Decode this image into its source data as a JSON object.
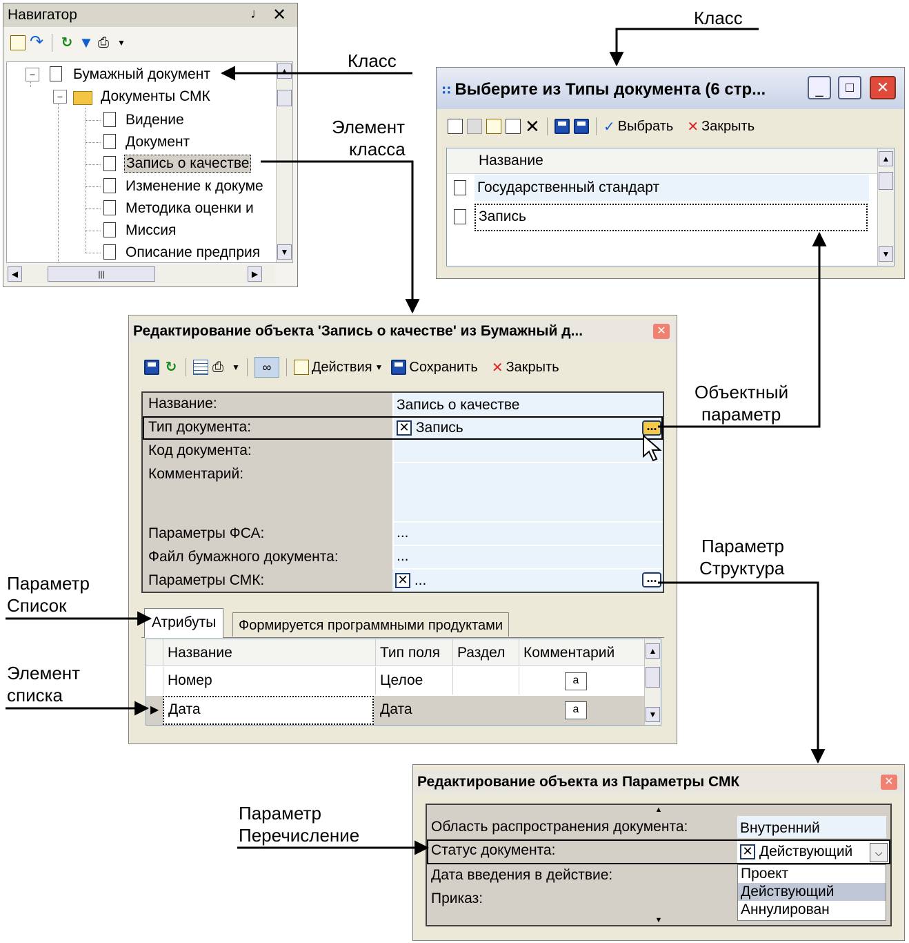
{
  "navigator": {
    "title": "Навигатор",
    "tree_root": "Бумажный документ",
    "tree_folder": "Документы СМК",
    "tree_items": [
      "Видение",
      "Документ",
      "Запись о качестве",
      "Изменение к докуме",
      "Методика оценки и",
      "Миссия",
      "Описание предприя"
    ],
    "scroll_h_thumb": "|||"
  },
  "select_window": {
    "title": "Выберите из Типы документа (6 стр...",
    "select_label": "Выбрать",
    "close_label": "Закрыть",
    "column": "Название",
    "rows": [
      "Государственный стандарт",
      "Запись"
    ]
  },
  "edit_window": {
    "title": "Редактирование объекта 'Запись о качестве' из Бумажный д...",
    "actions_label": "Действия",
    "save_label": "Сохранить",
    "close_label": "Закрыть",
    "props": [
      {
        "name": "Название:",
        "value": "Запись о качестве"
      },
      {
        "name": "Тип документа:",
        "value": "Запись"
      },
      {
        "name": "Код документа:",
        "value": ""
      },
      {
        "name": "Комментарий:",
        "value": ""
      },
      {
        "name": "Параметры ФСА:",
        "value": "..."
      },
      {
        "name": "Файл бумажного документа:",
        "value": "..."
      },
      {
        "name": "Параметры СМК:",
        "value": "..."
      }
    ],
    "tabs": [
      "Атрибуты",
      "Формируется программными продуктами"
    ],
    "columns": [
      "Название",
      "Тип поля",
      "Раздел",
      "Комментарий"
    ],
    "rows": [
      {
        "name": "Номер",
        "type": "Целое",
        "section": "",
        "comment_icon": "a"
      },
      {
        "name": "Дата",
        "type": "Дата",
        "section": "",
        "comment_icon": "a"
      }
    ]
  },
  "smk_window": {
    "title": "Редактирование объекта  из Параметры СМК",
    "props": [
      {
        "name": "Область распространения документа:",
        "value": "Внутренний"
      },
      {
        "name": "Статус документа:",
        "value": "Действующий"
      },
      {
        "name": "Дата введения в действие:",
        "value": ""
      },
      {
        "name": "Приказ:",
        "value": ""
      }
    ],
    "options": [
      "Проект",
      "Действующий",
      "Аннулирован"
    ]
  },
  "annotations": {
    "klass1": "Класс",
    "klass2": "Класс",
    "element_klassa_1": "Элемент",
    "element_klassa_2": "класса",
    "obj_param_1": "Объектный",
    "obj_param_2": "параметр",
    "struct_param_1": "Параметр",
    "struct_param_2": "Структура",
    "list_param_1": "Параметр",
    "list_param_2": "Список",
    "list_elem_1": "Элемент",
    "list_elem_2": "списка",
    "enum_param_1": "Параметр",
    "enum_param_2": "Перечисление"
  },
  "colors": {
    "window_bg": "#ece9d8",
    "selection": "#c8d8ec",
    "row_alt": "#eaf3fb",
    "close_red": "#e02020",
    "check_green": "#1a8a1a"
  }
}
